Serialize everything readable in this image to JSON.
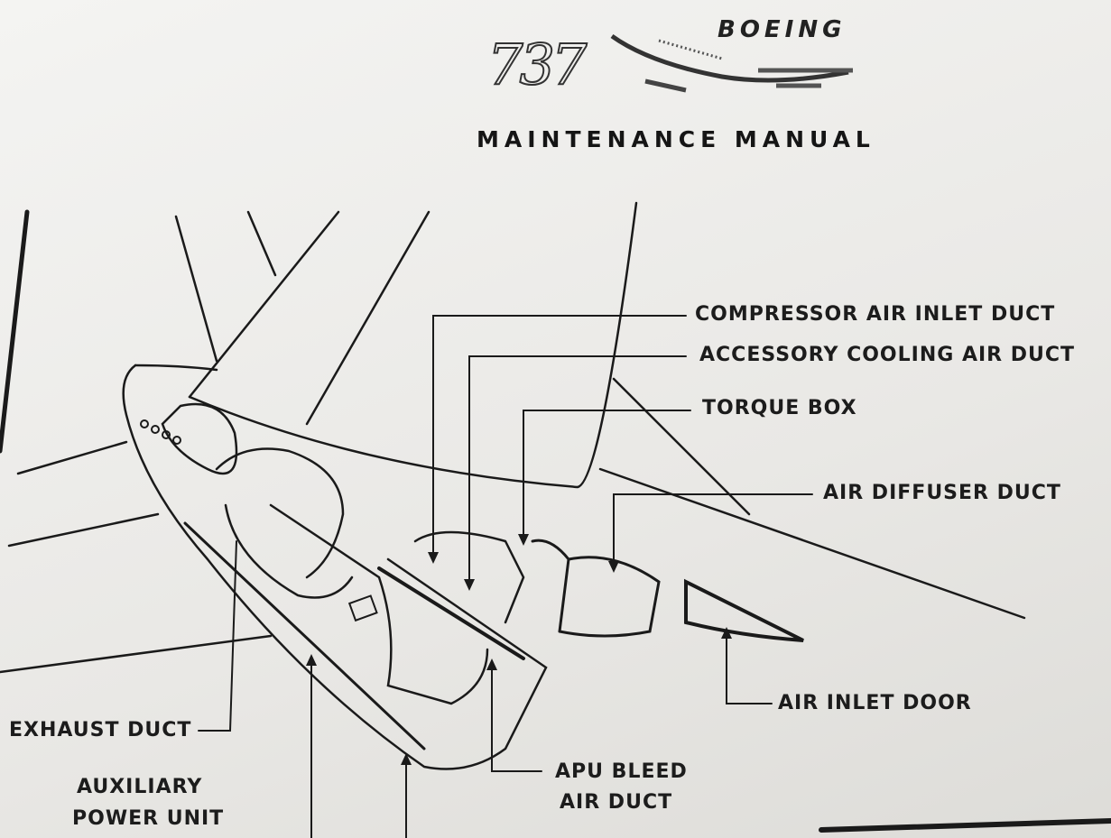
{
  "header": {
    "model": "737",
    "brand": "BOEING",
    "title": "MAINTENANCE MANUAL"
  },
  "labels": {
    "compressor_air_inlet_duct": "COMPRESSOR AIR INLET DUCT",
    "accessory_cooling_air_duct": "ACCESSORY COOLING AIR DUCT",
    "torque_box": "TORQUE BOX",
    "air_diffuser_duct": "AIR DIFFUSER DUCT",
    "air_inlet_door": "AIR INLET DOOR",
    "exhaust_duct": "EXHAUST DUCT",
    "apu_line1": "AUXILIARY",
    "apu_line2": "POWER UNIT",
    "bleed_line1": "APU BLEED",
    "bleed_line2": "AIR DUCT"
  }
}
